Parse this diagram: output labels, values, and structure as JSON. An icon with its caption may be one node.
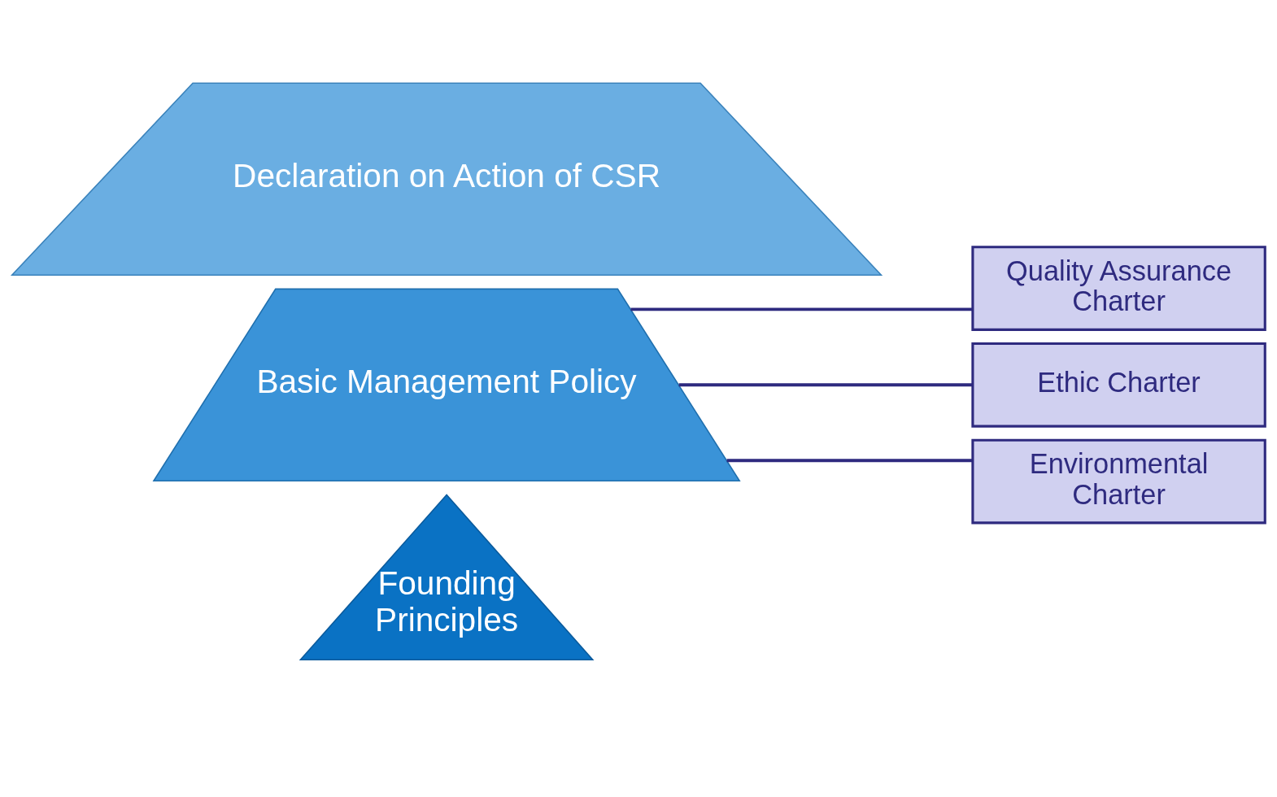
{
  "diagram": {
    "nodes": [
      {
        "text": [
          "Founding Principles"
        ]
      },
      {
        "text": [
          "Basic Management Policy"
        ]
      },
      {
        "text": [
          "Declaration on Action of CSR"
        ]
      },
      {
        "text": [
          "Quality Assurance Charter"
        ]
      },
      {
        "text": [
          "Ethic Charter"
        ]
      },
      {
        "text": [
          "Environmental Charter"
        ]
      }
    ],
    "edges": [
      {
        "from": 1,
        "to": 3,
        "arrow": "none"
      },
      {
        "from": 1,
        "to": 4,
        "arrow": "none"
      },
      {
        "from": 1,
        "to": 5,
        "arrow": "none"
      }
    ]
  }
}
